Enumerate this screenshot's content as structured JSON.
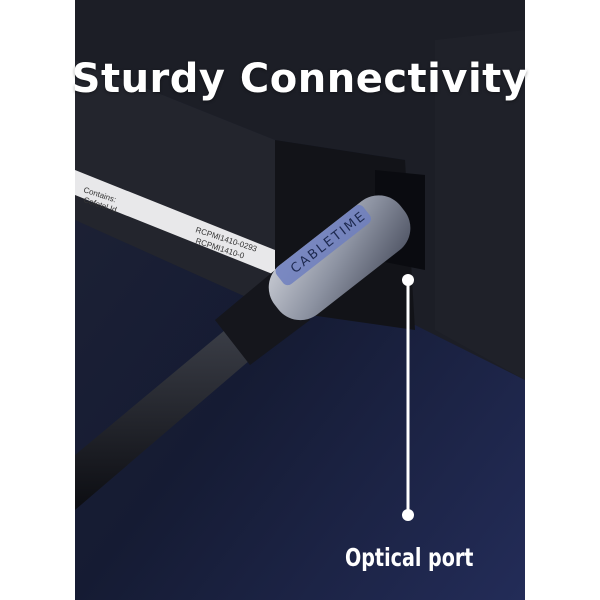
{
  "title": "Sturdy Connectivity",
  "callout": {
    "label": "Optical port"
  },
  "product": {
    "brand": "CABLETIME"
  },
  "label_sticker": {
    "lines": [
      "Contains:",
      "Cofetel Id",
      "RCPMI1410-0293",
      "RCPMI1410-0"
    ]
  },
  "colors": {
    "background": "#141a30",
    "cable_connector": "#9aa0ad",
    "text": "#ffffff"
  }
}
